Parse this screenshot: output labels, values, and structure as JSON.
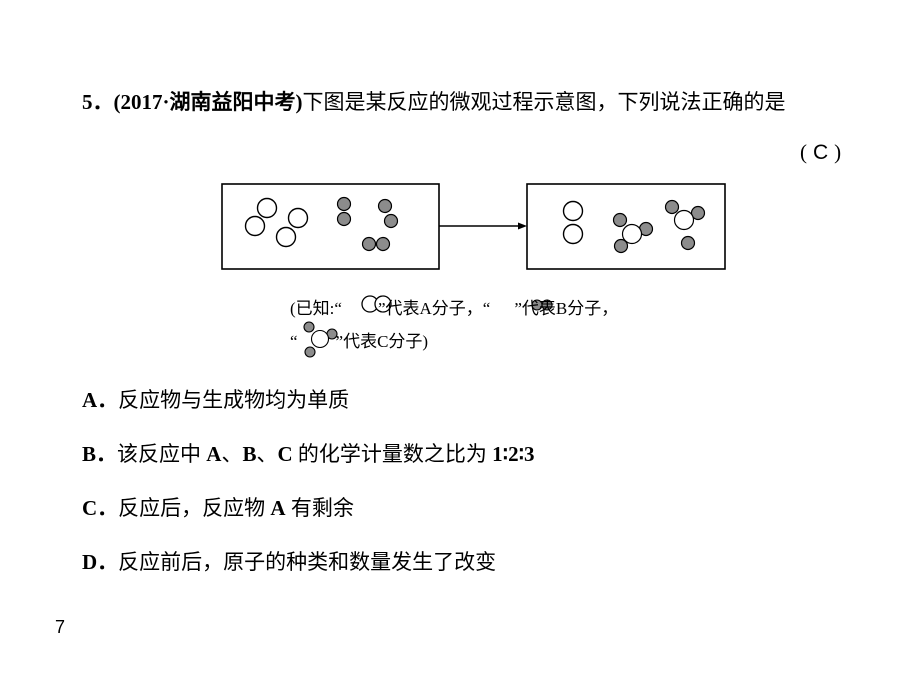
{
  "question": {
    "number": "5．",
    "source": "(2017·湖南益阳中考)",
    "text": "下图是某反应的微观过程示意图，下列说法正确的是"
  },
  "answer": {
    "open": "(",
    "letter": "C",
    "close": ")"
  },
  "legend": {
    "line1_prefix": "(已知:“",
    "line1_a": "”代表A分子，“",
    "line1_b": "”代表B分子，",
    "line2_prefix": "“",
    "line2_c": "”代表C分子)"
  },
  "options": [
    {
      "label": "A．",
      "text": "反应物与生成物均为单质"
    },
    {
      "label": "B．",
      "text_pre": "该反应中 ",
      "bold1": "A",
      "sep1": "、",
      "bold2": "B",
      "sep2": "、",
      "bold3": "C",
      "text_mid": " 的化学计量数之比为 ",
      "ratio": "1∶2∶3"
    },
    {
      "label": "C．",
      "text_pre": "反应后，反应物 ",
      "bold1": "A",
      "text_post": " 有剩余"
    },
    {
      "label": "D．",
      "text": "反应前后，原子的种类和数量发生了改变"
    }
  ],
  "page_number": "7",
  "colors": {
    "atom_white": "#ffffff",
    "atom_gray": "#8c8c8c",
    "stroke": "#000000"
  }
}
